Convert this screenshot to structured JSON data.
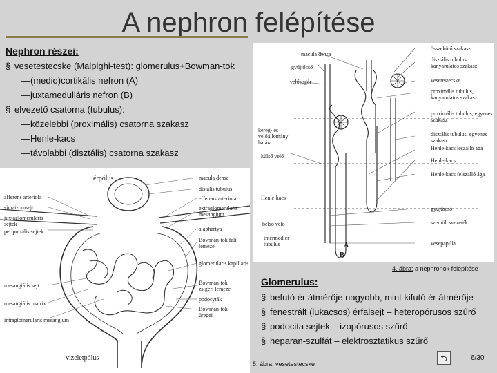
{
  "slide": {
    "title": "A nephron felépítése",
    "section1_heading": "Nephron részei:",
    "items": [
      {
        "level": 1,
        "text": "vesetestecske (Malpighi-test): glomerulus+Bowman-tok"
      },
      {
        "level": 2,
        "text": "(medio)cortikális nefron (A)"
      },
      {
        "level": 2,
        "text": "juxtamedulláris nefron (B)"
      },
      {
        "level": 1,
        "text": "elvezető csatorna (tubulus):"
      },
      {
        "level": 2,
        "text": "közelebbi (proximális) csatorna szakasz"
      },
      {
        "level": 2,
        "text": "Henle-kacs"
      },
      {
        "level": 2,
        "text": "távolabbi (disztális) csatorna szakasz"
      }
    ],
    "section2_heading": "Glomerulus:",
    "glom_items": [
      "befutó ér átmérője nagyobb, mint kifutó ér átmérője",
      "fenestrált (lukacsos) érfalsejt – heteropórusos szűrő",
      "podocita sejtek – izopórusos szűrő",
      "heparan-szulfát – elektrosztatikus szűrő"
    ],
    "fig4_caption_prefix": "4. ábra:",
    "fig4_caption_text": " a nephronok felépítése",
    "fig5_caption_prefix": "5. ábra:",
    "fig5_caption_text": " vesetestecske",
    "page_number": "6/30",
    "nav_button_symbol": "⮌"
  },
  "figure4": {
    "labels_left": [
      "macula densa",
      "gyűjtőcső",
      "velősugár",
      "kéreg- és velőállomány határa",
      "külső velő",
      "Henle-kacs",
      "belső velő",
      "intermedier tubulus"
    ],
    "labels_right": [
      "összekötő szakasz",
      "disztális tubulus, kanyarulatos szakasz",
      "vesetestecske",
      "proximális tubulus, kanyarulatos szakasz",
      "proximális tubulus, egyenes szakasz",
      "disztális tubulus, egyenes szakasz",
      "Henle-kacs leszálló ága",
      "Henle-kacs",
      "Henle-kacs felszálló ága",
      "gyűjtőcső",
      "szemölcsvezeték",
      "vesepapilla"
    ],
    "letters": [
      "B",
      "A"
    ]
  },
  "figure5": {
    "top_label": "érpólus",
    "bottom_label": "vizeletpólus",
    "labels_left": [
      "afferens arteriola",
      "simaizomsejt",
      "juxtaglomerularis sejtek",
      "periportális sejtek",
      "mesangiális sejt",
      "mesangiális matrix",
      "intraglomerularis mesangium"
    ],
    "labels_right": [
      "macula densa",
      "distalis tubulus",
      "efferens arteriola",
      "extraglomerularis mesangium",
      "alaphártya",
      "Bowman-tok fali lemeze",
      "glomerularis kapillaris",
      "Bowman-tok zsigeri lemeze",
      "podocyták",
      "Bowman-tok üregei"
    ]
  }
}
